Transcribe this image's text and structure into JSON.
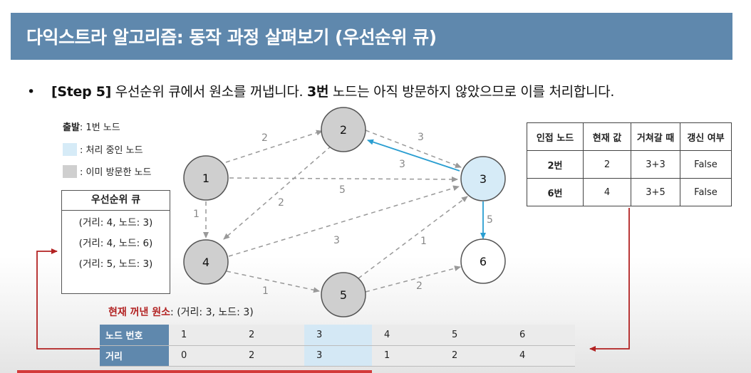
{
  "title": "다익스트라 알고리즘: 동작 과정 살펴보기 (우선순위 큐)",
  "step": {
    "bullet": "•",
    "tag": "[Step 5]",
    "text1": " 우선순위 큐에서 원소를 꺼냅니다. ",
    "node_bold": "3번",
    "text2": " 노드는 아직 방문하지 않았으므로 이를 처리합니다."
  },
  "legend": {
    "start_bold": "출발",
    "start_text": ": 1번 노드",
    "processing": ": 처리 중인 노드",
    "visited": ": 이미 방문한 노드"
  },
  "colors": {
    "processing": "#d6ebf7",
    "visited": "#cfcfcf",
    "header_blue": "#5f88ad",
    "highlight_edge": "#2a9ed1",
    "red": "#b22222"
  },
  "priority_queue": {
    "title": "우선순위 큐",
    "items": [
      "(거리: 4, 노드: 3)",
      "(거리: 4, 노드: 6)",
      "(거리: 5, 노드: 3)"
    ]
  },
  "graph": {
    "nodes": [
      {
        "id": "1",
        "state": "visited"
      },
      {
        "id": "2",
        "state": "visited"
      },
      {
        "id": "3",
        "state": "processing"
      },
      {
        "id": "4",
        "state": "visited"
      },
      {
        "id": "5",
        "state": "visited"
      },
      {
        "id": "6",
        "state": "unvisited"
      }
    ],
    "edges": [
      {
        "from": "1",
        "to": "2",
        "weight": "2",
        "highlight": false
      },
      {
        "from": "2",
        "to": "3",
        "weight": "3",
        "highlight": false
      },
      {
        "from": "3",
        "to": "2",
        "weight": "3",
        "highlight": true
      },
      {
        "from": "1",
        "to": "3",
        "weight": "5",
        "highlight": false
      },
      {
        "from": "2",
        "to": "4",
        "weight": "2",
        "highlight": false
      },
      {
        "from": "1",
        "to": "4",
        "weight": "1",
        "highlight": false
      },
      {
        "from": "4",
        "to": "3",
        "weight": "3",
        "highlight": false
      },
      {
        "from": "5",
        "to": "3",
        "weight": "1",
        "highlight": false
      },
      {
        "from": "3",
        "to": "6",
        "weight": "5",
        "highlight": true
      },
      {
        "from": "4",
        "to": "5",
        "weight": "1",
        "highlight": false
      },
      {
        "from": "5",
        "to": "6",
        "weight": "2",
        "highlight": false
      }
    ]
  },
  "adjacency_table": {
    "headers": [
      "인접 노드",
      "현재 값",
      "거쳐갈 때",
      "갱신 여부"
    ],
    "rows": [
      [
        "2번",
        "2",
        "3+3",
        "False"
      ],
      [
        "6번",
        "4",
        "3+5",
        "False"
      ]
    ]
  },
  "current": {
    "label": "현재 꺼낸 원소",
    "value": ": (거리: 3, 노드: 3)"
  },
  "distance_table": {
    "row1_header": "노드 번호",
    "row2_header": "거리",
    "nodes": [
      "1",
      "2",
      "3",
      "4",
      "5",
      "6"
    ],
    "distances": [
      "0",
      "2",
      "3",
      "1",
      "2",
      "4"
    ],
    "highlight_index": 2
  }
}
